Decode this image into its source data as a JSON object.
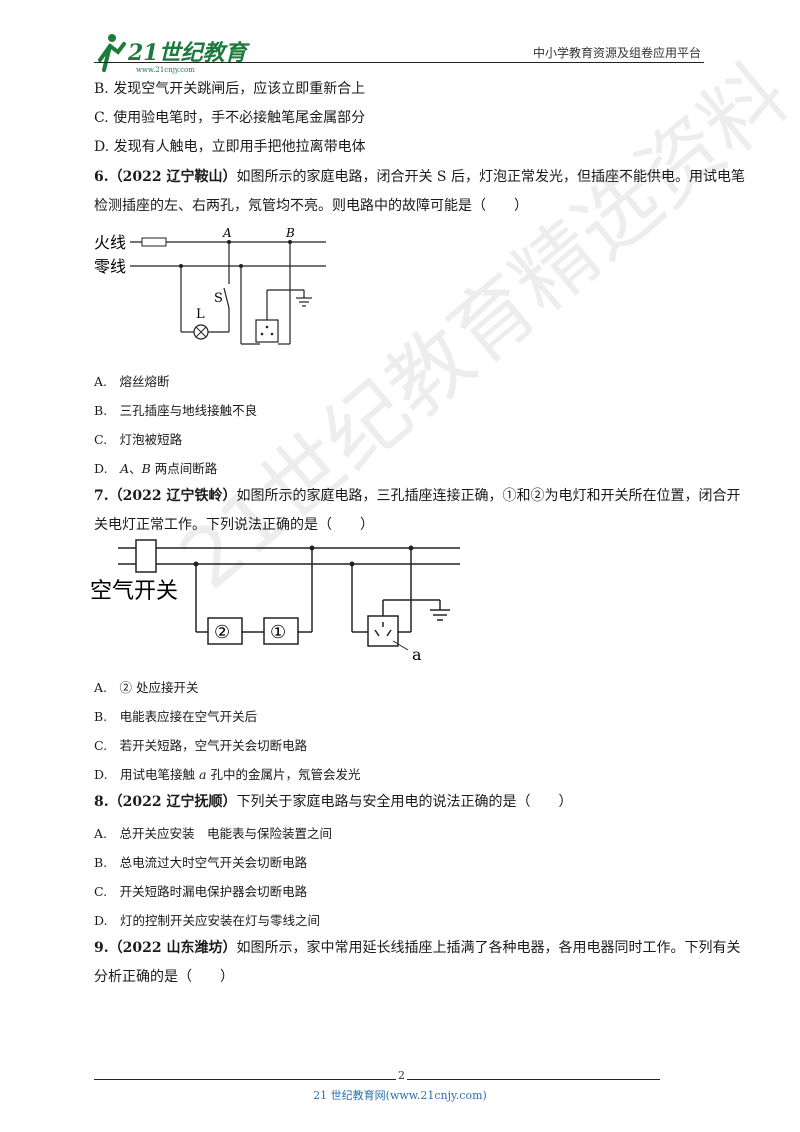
{
  "header": {
    "logo_text": "21世纪教育",
    "logo_url": "www.21cnjy.com",
    "right_text": "中小学教育资源及组卷应用平台"
  },
  "watermark": "21世纪教育精选资料",
  "content": {
    "prev_options": [
      "B. 发现空气开关跳闸后，应该立即重新合上",
      "C. 使用验电笔时，手不必接触笔尾金属部分",
      "D. 发现有人触电，立即用手把他拉离带电体"
    ],
    "q6": {
      "num": "6.",
      "source": "（2022 辽宁鞍山）",
      "text1": "如图所示的家庭电路，闭合开关 S 后，灯泡正常发光，但插座不能供电。用试电笔",
      "text2": "检测插座的左、右两孔，氖管均不亮。则电路中的故障可能是（　　）",
      "fig": {
        "live": "火线",
        "neutral": "零线",
        "a": "A",
        "b": "B",
        "s": "S",
        "l": "L"
      },
      "options": [
        "A.　熔丝熔断",
        "B.　三孔插座与地线接触不良",
        "C.　灯泡被短路"
      ],
      "opt_d_prefix": "D.　",
      "opt_d_a": "A",
      "opt_d_sep": "、",
      "opt_d_b": "B",
      "opt_d_rest": " 两点间断路"
    },
    "q7": {
      "num": "7.",
      "source": "（2022 辽宁铁岭）",
      "text1": "如图所示的家庭电路，三孔插座连接正确，①和②为电灯和开关所在位置，闭合开",
      "text2": "关电灯正常工作。下列说法正确的是（　　）",
      "fig": {
        "breaker": "空气开关",
        "box2": "②",
        "box1": "①",
        "a": "a"
      },
      "options": [
        "A.　② 处应接开关",
        "B.　电能表应接在空气开关后",
        "C.　若开关短路，空气开关会切断电路"
      ],
      "opt_d_prefix": "D.　用试电笔接触 ",
      "opt_d_a": "a",
      "opt_d_rest": " 孔中的金属片，氖管会发光"
    },
    "q8": {
      "num": "8.",
      "source": "（2022 辽宁抚顺）",
      "text1": "下列关于家庭电路与安全用电的说法正确的是（　　）",
      "options": [
        "A.　总开关应安装　电能表与保险装置之间",
        "B.　总电流过大时空气开关会切断电路",
        "C.　开关短路时漏电保护器会切断电路",
        "D.　灯的控制开关应安装在灯与零线之间"
      ]
    },
    "q9": {
      "num": "9.",
      "source": "（2022 山东潍坊）",
      "text1": "如图所示，家中常用延长线插座上插满了各种电器，各用电器同时工作。下列有关",
      "text2": "分析正确的是（　　）"
    }
  },
  "footer": {
    "page_number": "2",
    "text": "21 世纪教育网(www.21cnjy.com)"
  }
}
